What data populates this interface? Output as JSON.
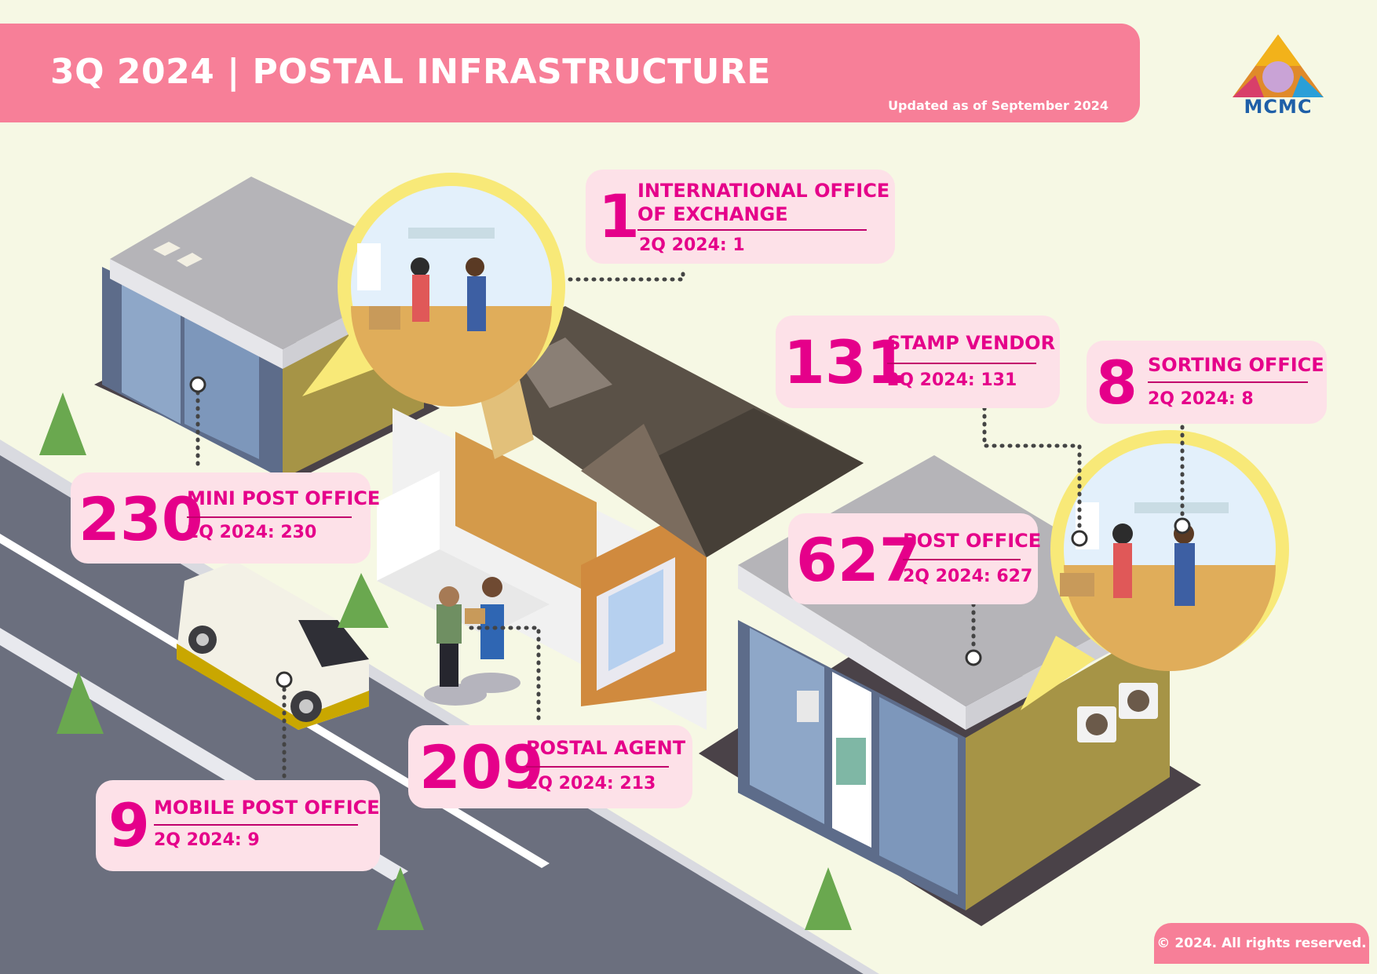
{
  "header": {
    "title": "3Q 2024 | POSTAL INFRASTRUCTURE",
    "updated": "Updated as of September 2024"
  },
  "logo": {
    "text": "MCMC"
  },
  "cards": [
    {
      "id": "international",
      "value": "1",
      "label_line1": "INTERNATIONAL OFFICE",
      "label_line2": "OF EXCHANGE",
      "prev": "2Q 2024: 1"
    },
    {
      "id": "stamp",
      "value": "131",
      "label": "STAMP VENDOR",
      "prev": "2Q 2024: 131"
    },
    {
      "id": "sorting",
      "value": "8",
      "label": "SORTING OFFICE",
      "prev": "2Q 2024: 8"
    },
    {
      "id": "mini",
      "value": "230",
      "label": "MINI POST OFFICE",
      "prev": "2Q 2024: 230"
    },
    {
      "id": "post",
      "value": "627",
      "label": "POST OFFICE",
      "prev": "2Q 2024: 627"
    },
    {
      "id": "agent",
      "value": "209",
      "label": "POSTAL AGENT",
      "prev": "2Q 2024: 213"
    },
    {
      "id": "mobile",
      "value": "9",
      "label": "MOBILE POST OFFICE",
      "prev": "2Q 2024: 9"
    }
  ],
  "footer": {
    "copyright": "© 2024. All rights reserved."
  }
}
